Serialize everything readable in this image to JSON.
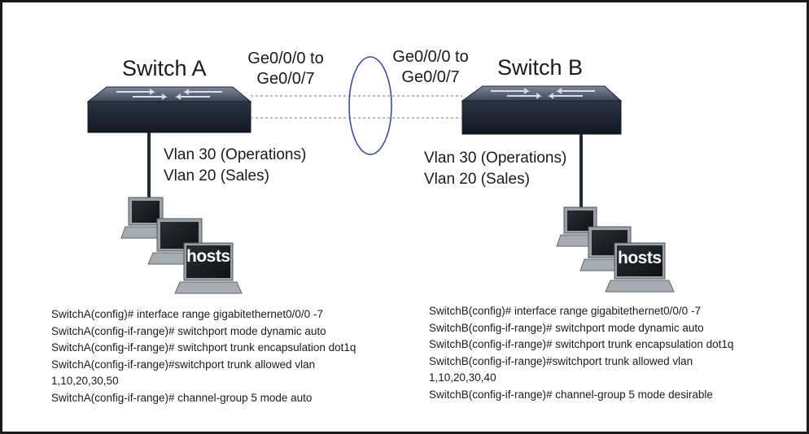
{
  "switch_a": {
    "title": "Switch A",
    "ports": [
      "Ge0/0/0 to",
      "Ge0/0/7"
    ],
    "vlans": [
      "Vlan 30 (Operations)",
      "Vlan 20 (Sales)"
    ],
    "hosts_label": "hosts",
    "commands": [
      "SwitchA(config)# interface range gigabitethernet0/0/0 -7",
      "SwitchA(config-if-range)# switchport mode dynamic auto",
      "SwitchA(config-if-range)# switchport trunk encapsulation dot1q",
      "SwitchA(config-if-range)#switchport trunk allowed vlan",
      "1,10,20,30,50",
      "SwitchA(config-if-range)# channel-group 5 mode auto"
    ]
  },
  "switch_b": {
    "title": "Switch B",
    "ports": [
      "Ge0/0/0 to",
      "Ge0/0/7"
    ],
    "vlans": [
      "Vlan 30 (Operations)",
      "Vlan 20 (Sales)"
    ],
    "hosts_label": "hosts",
    "commands": [
      "SwitchB(config)# interface range gigabitethernet0/0/0 -7",
      "SwitchB(config-if-range)# switchport mode dynamic auto",
      "SwitchB(config-if-range)# switchport trunk encapsulation dot1q",
      "SwitchB(config-if-range)#switchport trunk allowed vlan",
      "1,10,20,30,40",
      "SwitchB(config-if-range)# channel-group 5 mode desirable"
    ]
  },
  "colors": {
    "switch_body": "#2f3b4a",
    "switch_top": "#5a6678",
    "link_dash": "#8a95b8",
    "border": "#1a1a1a"
  },
  "icons": {
    "switch": "network-switch-icon",
    "laptop": "laptop-icon",
    "bundle": "etherchannel-ellipse-icon"
  }
}
